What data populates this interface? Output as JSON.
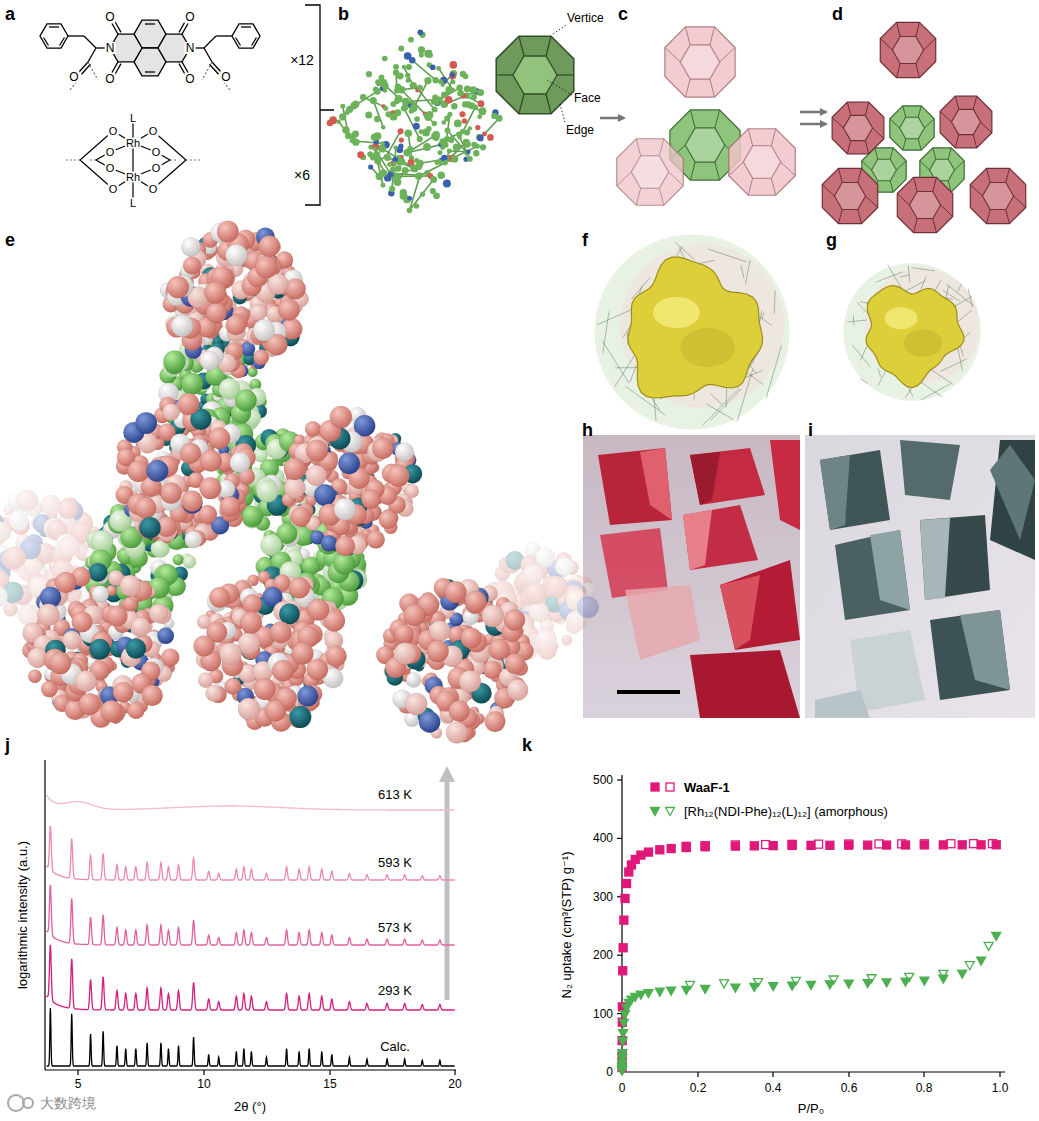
{
  "diagram": {
    "labels": [
      "a",
      "O",
      "O",
      "N",
      "N",
      "O",
      "O",
      "O",
      "O",
      "×12",
      "L",
      "Rh",
      "Rh",
      "L",
      "O",
      "O",
      "O",
      "O",
      "O",
      "O",
      "O",
      "O",
      "×6",
      "b",
      "Vertice",
      "Face",
      "Edge",
      "c",
      "d",
      "e",
      "f",
      "g",
      "h",
      "i",
      "j",
      "613 K",
      "593 K",
      "573 K",
      "293 K",
      "Calc.",
      "logarithmic intensity (a.u.)",
      "5",
      "10",
      "15",
      "20",
      "2θ (°)",
      "k",
      "500",
      "400",
      "300",
      "200",
      "100",
      "0",
      "0",
      "0.2",
      "0.4",
      "0.6",
      "0.8",
      "1.0",
      "N₂ uptake (cm³(STP) g⁻¹)",
      "P/P₀",
      "大数跨境"
    ],
    "legend": [
      {
        "text": "WaaF-1"
      },
      {
        "text": "[Rh₁₂(NDI-Phe)₁₂(L)₁₂] (amorphous)"
      }
    ]
  }
}
